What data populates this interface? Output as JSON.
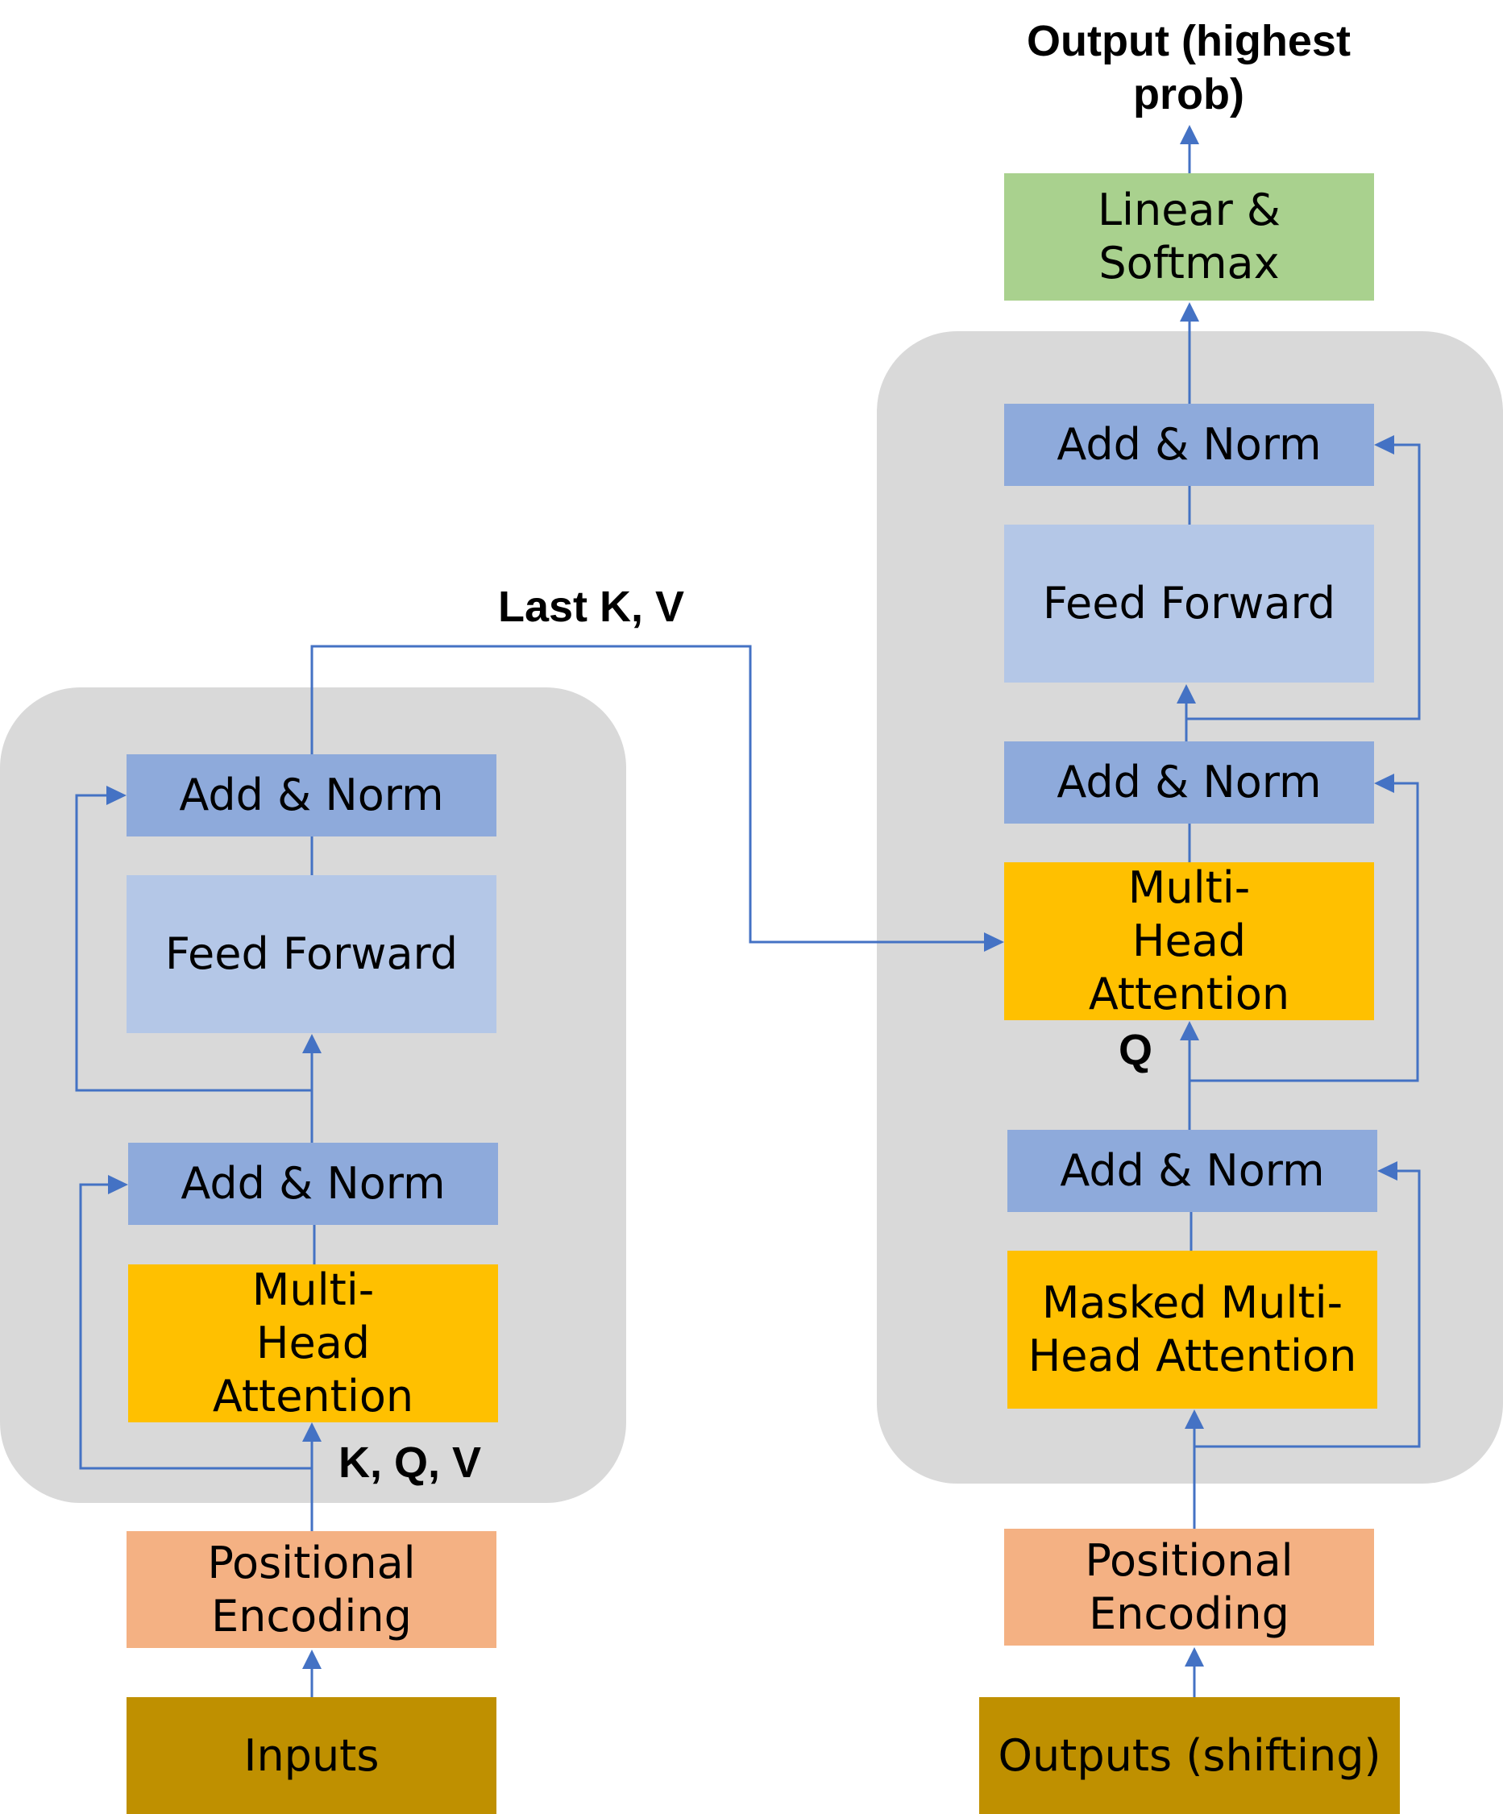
{
  "colors": {
    "container": "#d9d9d9",
    "add_norm": "#8eaadb",
    "feed_forward": "#b4c7e7",
    "attention": "#ffc000",
    "positional": "#f4b183",
    "io": "#bf9000",
    "linear_softmax": "#a9d18e",
    "arrow": "#4472c4"
  },
  "encoder": {
    "inputs": "Inputs",
    "positional_encoding": "Positional Encoding",
    "attention": "Multi-Head Attention",
    "add_norm_1": "Add & Norm",
    "feed_forward": "Feed Forward",
    "add_norm_2": "Add & Norm",
    "kqv_label": "K, Q, V"
  },
  "cross_label": "Last K, V",
  "decoder": {
    "outputs": "Outputs (shifting)",
    "positional_encoding": "Positional Encoding",
    "masked_attention": "Masked Multi-Head Attention",
    "add_norm_1": "Add & Norm",
    "attention": "Multi-Head Attention",
    "q_label": "Q",
    "add_norm_2": "Add & Norm",
    "feed_forward": "Feed Forward",
    "add_norm_3": "Add & Norm",
    "linear_softmax": "Linear & Softmax",
    "output_label": "Output (highest prob)"
  }
}
